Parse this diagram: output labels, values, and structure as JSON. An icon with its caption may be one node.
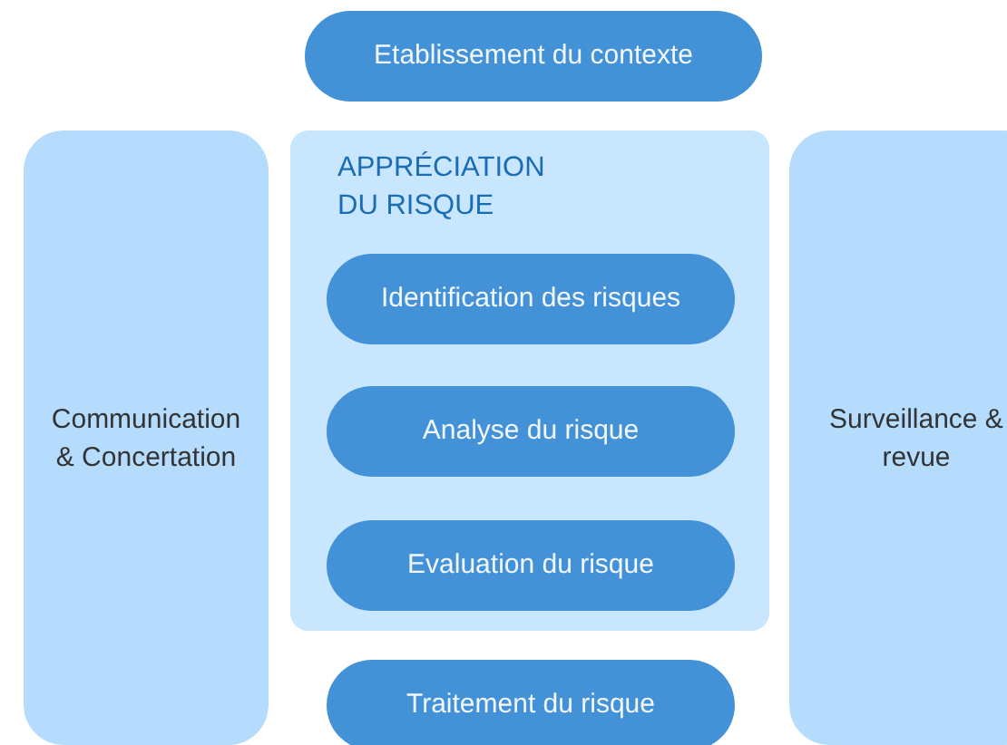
{
  "diagram": {
    "nodes": [
      {
        "text": [
          "Etablissement du contexte"
        ]
      },
      {
        "text": [
          "Communication & Concertation"
        ]
      },
      {
        "text": [
          "APPRÉCIATION DU RISQUE"
        ]
      },
      {
        "text": [
          "Identification des risques"
        ],
        "in": 2
      },
      {
        "text": [
          "Analyse du risque"
        ],
        "in": 2
      },
      {
        "text": [
          "Evaluation du risque"
        ],
        "in": 2
      },
      {
        "text": [
          "Traitement du risque"
        ]
      },
      {
        "text": [
          "Surveillance & revue"
        ]
      }
    ]
  }
}
